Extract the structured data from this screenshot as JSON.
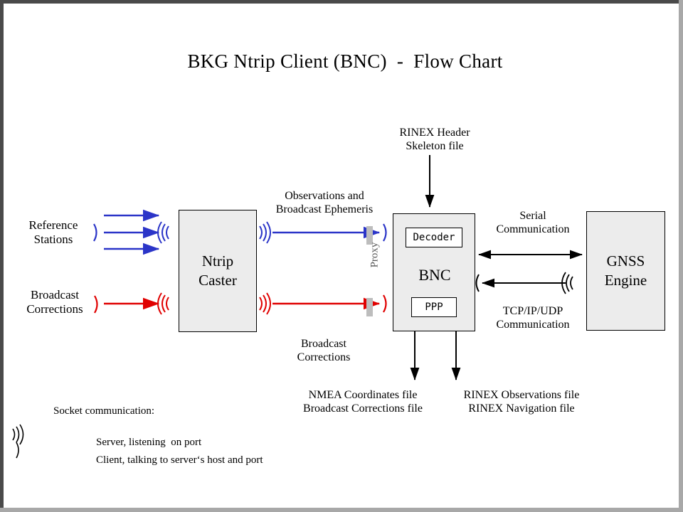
{
  "title": "BKG Ntrip Client (BNC)  -  Flow Chart",
  "nodes": {
    "caster": "Ntrip\nCaster",
    "bnc": "BNC",
    "decoder": "Decoder",
    "ppp": "PPP",
    "gnss": "GNSS\nEngine"
  },
  "labels": {
    "reference_stations": "Reference\nStations",
    "broadcast_corrections_in": "Broadcast\nCorrections",
    "observations_ephemeris": "Observations and\nBroadcast Ephemeris",
    "broadcast_corrections_mid": "Broadcast\nCorrections",
    "rinex_header_skeleton": "RINEX Header\nSkeleton file",
    "serial_communication": "Serial\nCommunication",
    "tcp_communication": "TCP/IP/UDP\nCommunication",
    "output_left": "NMEA Coordinates file\nBroadcast Corrections file",
    "output_right": "RINEX Observations file\nRINEX Navigation file",
    "proxy": "Proxy"
  },
  "legend": {
    "title": "Socket communication:",
    "server_symbol": ")))",
    "server_text": "Server, listening  on port",
    "client_symbol": ")",
    "client_text": "Client, talking to server‘s host and port"
  },
  "colors": {
    "observation_flow": "#2b35c8",
    "correction_flow": "#e00000",
    "control_flow": "#000000",
    "box_fill": "#ececec",
    "proxy_bar": "#bdbdbd",
    "frame_dark": "#4a4a4a",
    "frame_light": "#a8a8a8"
  }
}
